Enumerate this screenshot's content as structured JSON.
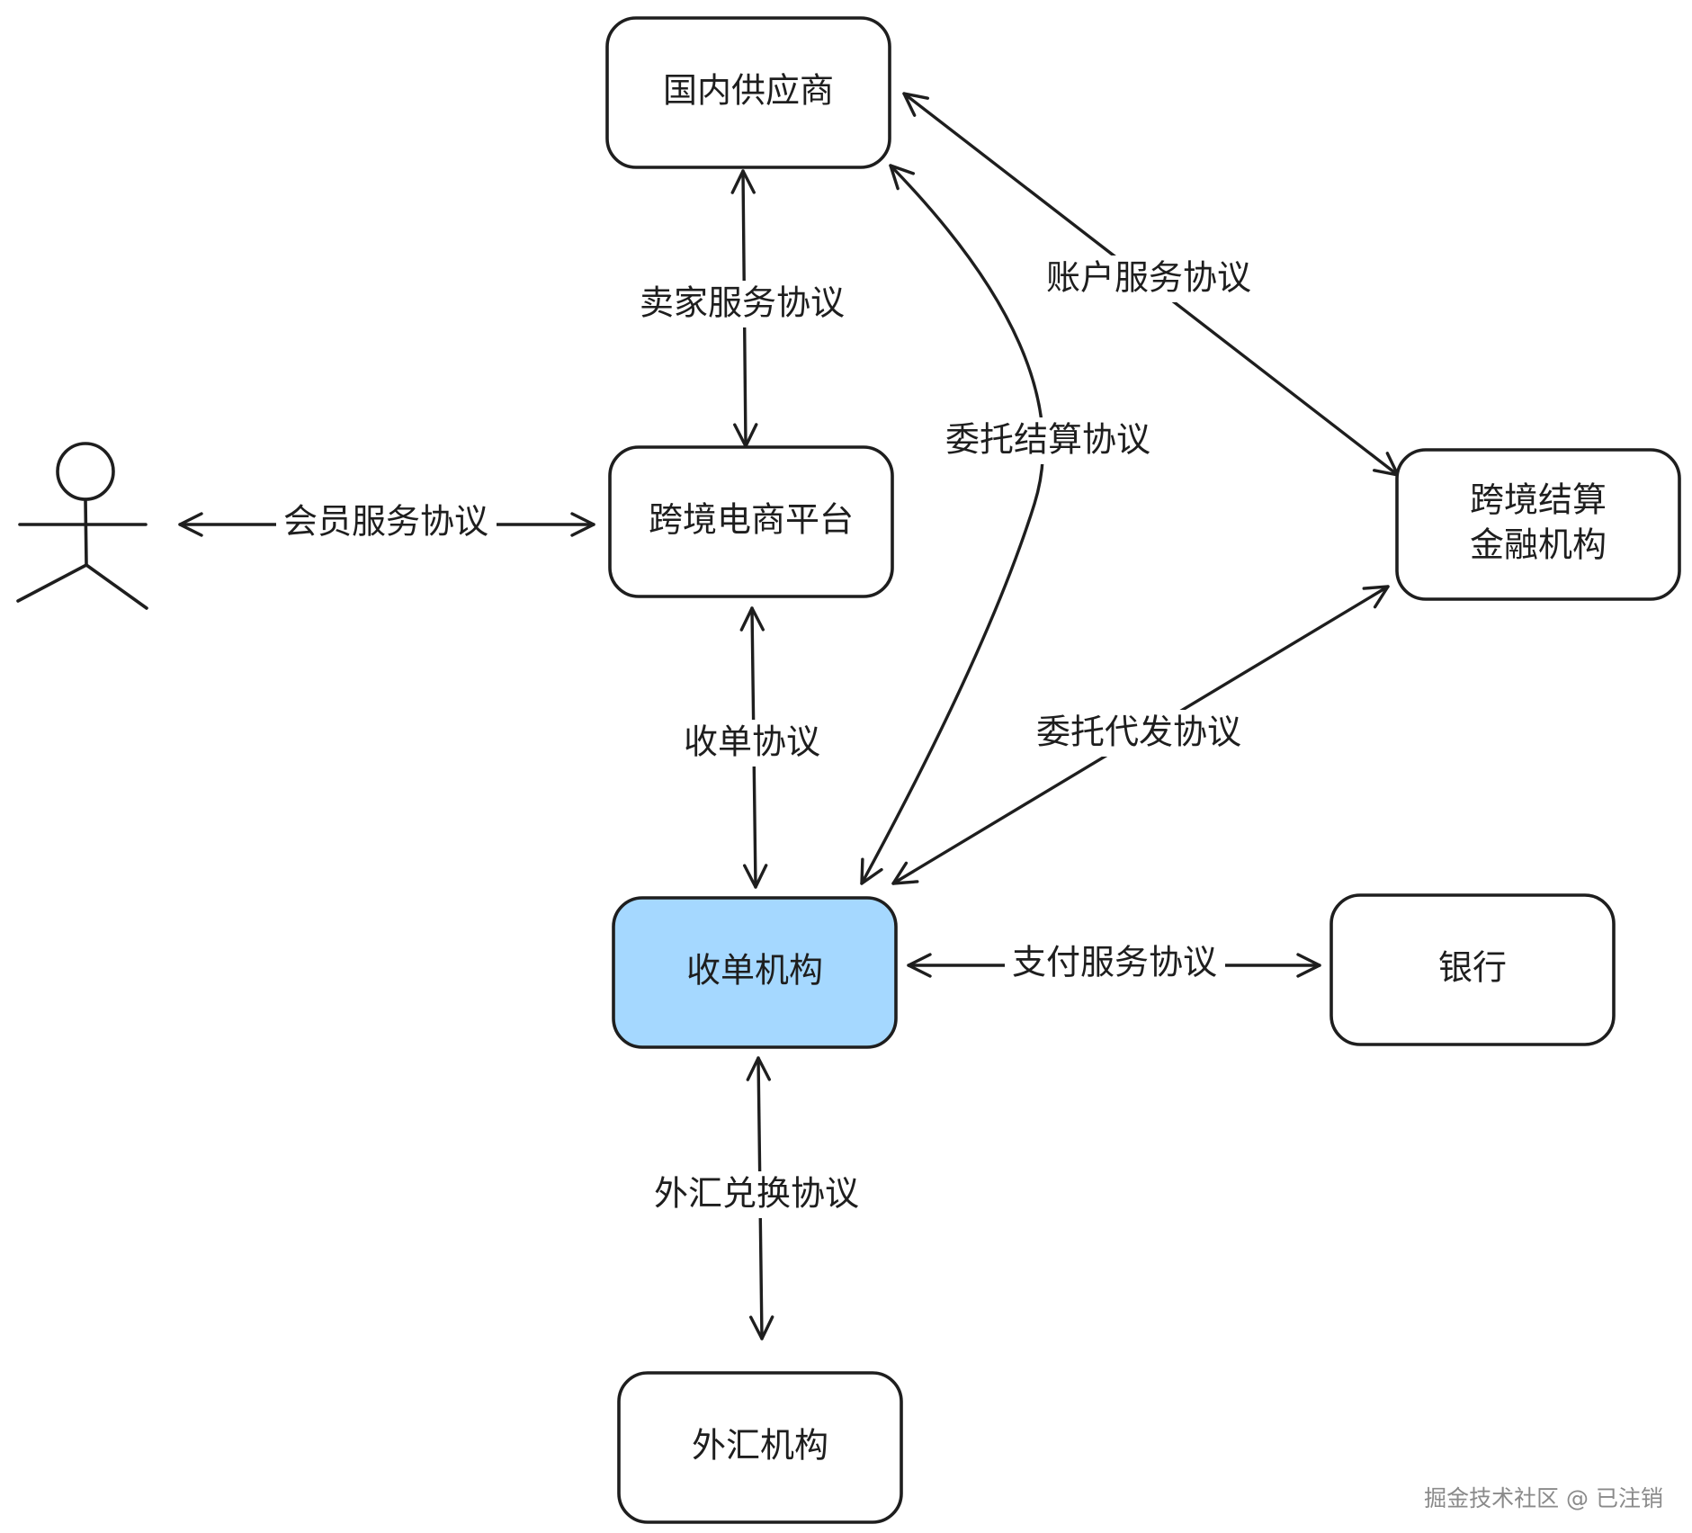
{
  "colors": {
    "stroke": "#1e1e1e",
    "node_fill": "#ffffff",
    "highlight_fill": "#a5d8ff",
    "watermark": "#8a8a8a"
  },
  "nodes": {
    "supplier": {
      "lines": [
        "国内供应商"
      ]
    },
    "platform": {
      "lines": [
        "跨境电商平台"
      ]
    },
    "settlement": {
      "lines": [
        "跨境结算",
        "金融机构"
      ]
    },
    "acquirer": {
      "lines": [
        "收单机构"
      ],
      "highlighted": true
    },
    "bank": {
      "lines": [
        "银行"
      ]
    },
    "fx": {
      "lines": [
        "外汇机构"
      ]
    }
  },
  "actor": {
    "icon": "stick-figure-user-icon"
  },
  "edges": {
    "member": {
      "label": "会员服务协议",
      "from": "actor",
      "to": "platform",
      "bidirectional": true
    },
    "seller": {
      "label": "卖家服务协议",
      "from": "supplier",
      "to": "platform",
      "bidirectional": true
    },
    "account": {
      "label": "账户服务协议",
      "from": "supplier",
      "to": "settlement",
      "bidirectional": true
    },
    "entrust_settle": {
      "label": "委托结算协议",
      "from": "supplier",
      "to": "acquirer",
      "bidirectional": true
    },
    "acquiring": {
      "label": "收单协议",
      "from": "platform",
      "to": "acquirer",
      "bidirectional": true
    },
    "entrust_pay": {
      "label": "委托代发协议",
      "from": "settlement",
      "to": "acquirer",
      "bidirectional": true
    },
    "payment": {
      "label": "支付服务协议",
      "from": "acquirer",
      "to": "bank",
      "bidirectional": true
    },
    "fx_exchange": {
      "label": "外汇兑换协议",
      "from": "acquirer",
      "to": "fx",
      "bidirectional": true
    }
  },
  "watermark": "掘金技术社区 @ 已注销"
}
